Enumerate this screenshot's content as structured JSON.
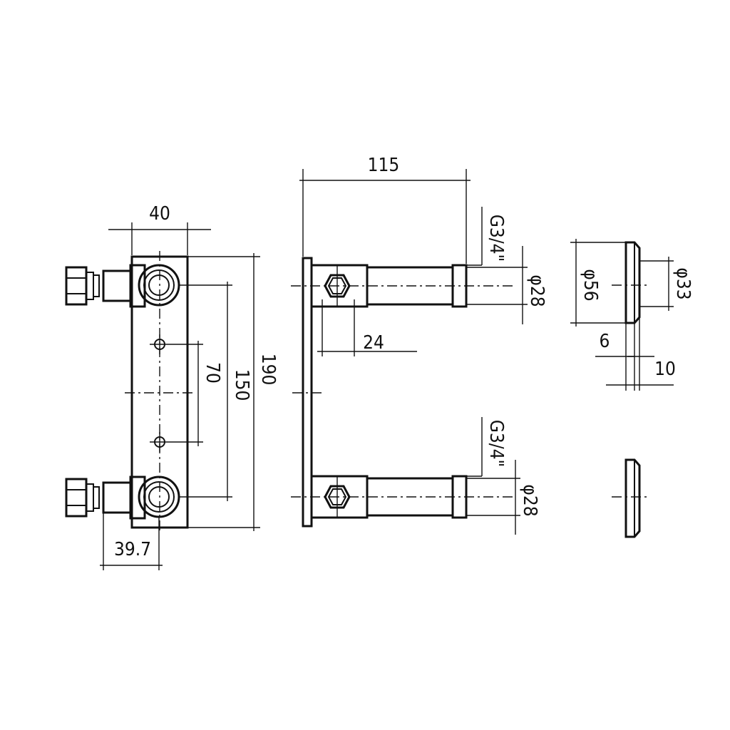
{
  "dimensions": {
    "front_width": "40",
    "screw_spacing": "70",
    "inner_height": "150",
    "outer_height": "190",
    "valve_offset": "39.7",
    "depth": "115",
    "plate_to_pipe": "24",
    "thread_top": "G3/4\"",
    "thread_bottom": "G3/4\"",
    "pipe_dia_top": "φ28",
    "pipe_dia_bottom": "φ28",
    "flange_outer_dia": "φ56",
    "flange_inner_dia": "φ33",
    "flange_thickness": "6",
    "flange_depth": "10"
  },
  "icons": {
    "hex_nut": "hex-nut-icon",
    "valve": "valve-icon"
  }
}
